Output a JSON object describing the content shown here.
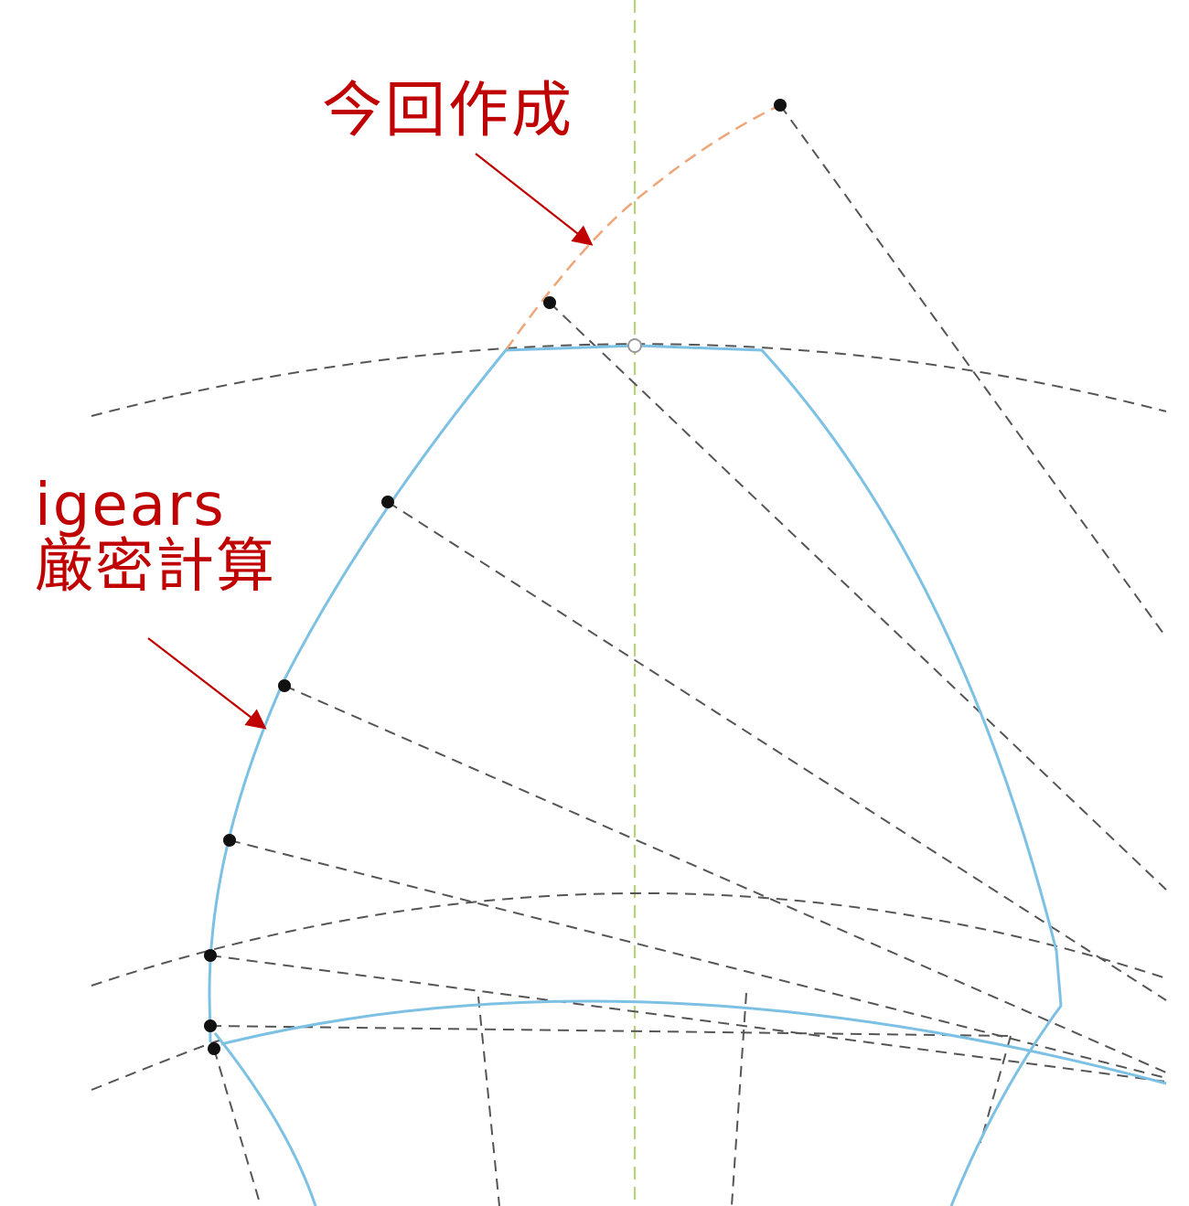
{
  "annotations": {
    "new_profile_label": "今回作成",
    "reference_label_line1": "igears",
    "reference_label_line2": "厳密計算"
  },
  "colors": {
    "annotation": "#c00000",
    "reference_profile": "#7cc1e4",
    "new_profile": "#eea679",
    "construction_line": "#555555",
    "center_line": "#b5d37a",
    "point": "#111111"
  }
}
